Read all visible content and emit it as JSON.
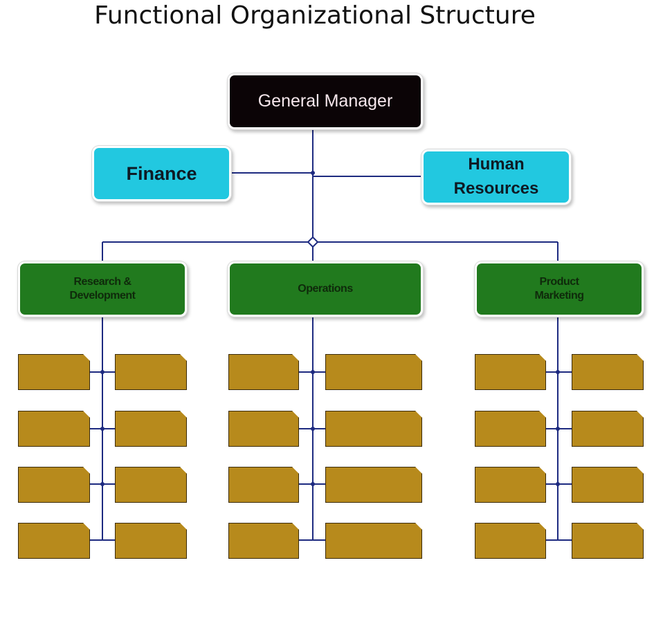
{
  "title": "Functional Organizational Structure",
  "general_manager": "General Manager",
  "finance": "Finance",
  "human_resources": {
    "line1": "Human",
    "line2": "Resources"
  },
  "departments": [
    {
      "line1": "Research &",
      "line2": "Development"
    },
    {
      "line1": "Operations",
      "line2": ""
    },
    {
      "line1": "Product",
      "line2": "Marketing"
    }
  ],
  "colors": {
    "general_manager_fill": "#0b0406",
    "staff_fill": "#22c8e0",
    "department_fill": "#217a1e",
    "unit_fill": "#b78a1c",
    "connector": "#1d2a80"
  }
}
